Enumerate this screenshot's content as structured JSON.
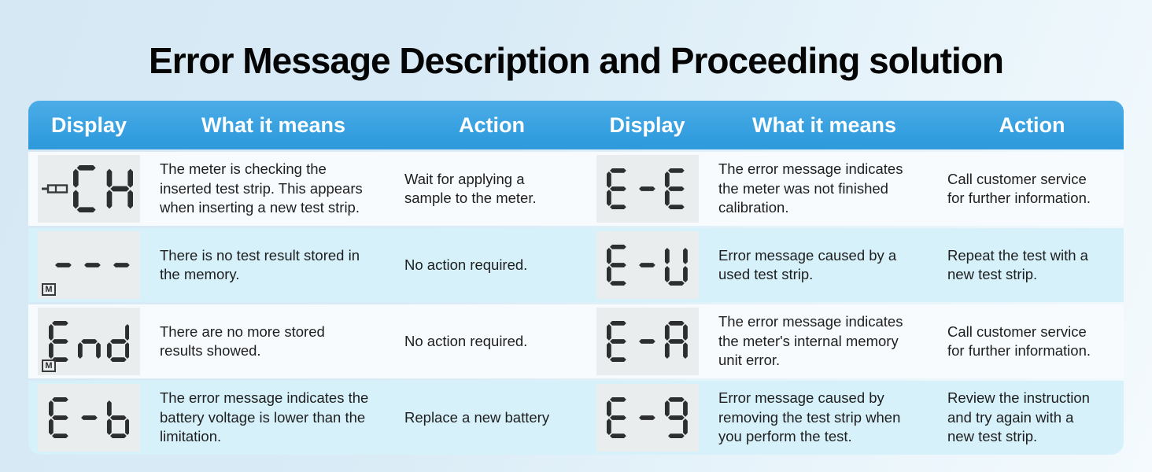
{
  "title": "Error Message Description and Proceeding solution",
  "colors": {
    "header_blue": "#35A0DF",
    "row_white": "#F8FBFD",
    "row_cyan": "#D6F1FA",
    "lcd_background": "#EAEDEE",
    "segment": "#2c2e30"
  },
  "badges": {
    "memory_label": "M"
  },
  "header": {
    "columns": [
      "Display",
      "What it means",
      "Action",
      "Display",
      "What it means",
      "Action"
    ]
  },
  "rows": [
    {
      "left": {
        "display": "CH",
        "means": "The meter is checking the\ninserted test strip. This appears\nwhen inserting a new test strip.",
        "action": "Wait for applying a\nsample to the meter."
      },
      "right": {
        "display": "E-E",
        "means": "The error message indicates\nthe meter was not finished\ncalibration.",
        "action": "Call customer service\nfor further information."
      }
    },
    {
      "left": {
        "display": "---",
        "means": "There is no test result stored in\nthe memory.",
        "action": "No action required."
      },
      "right": {
        "display": "E-U",
        "means": "Error message caused by a\nused test strip.",
        "action": "Repeat the test with a\nnew test strip."
      }
    },
    {
      "left": {
        "display": "End",
        "means": "There are no more stored\nresults showed.",
        "action": "No action required."
      },
      "right": {
        "display": "E-A",
        "means": "The error message indicates\nthe meter's internal memory\nunit error.",
        "action": "Call customer service\nfor further information."
      }
    },
    {
      "left": {
        "display": "E-b",
        "means": "The error message indicates the\nbattery voltage is lower than the\nlimitation.",
        "action": "Replace a new battery"
      },
      "right": {
        "display": "E-9",
        "means": "Error message caused by\nremoving the test strip when\nyou perform the test.",
        "action": "Review the instruction\nand try again with a\nnew test strip."
      }
    }
  ]
}
